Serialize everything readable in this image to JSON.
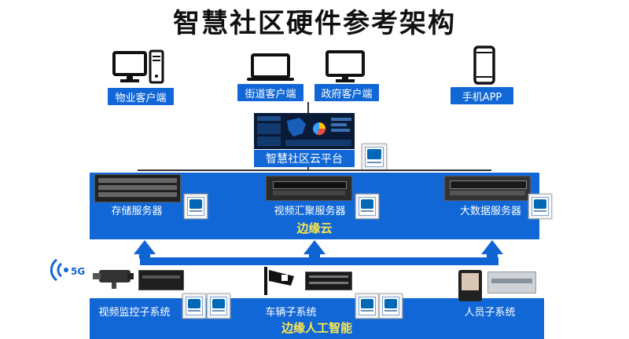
{
  "title": "智慧社区硬件参考架构",
  "clients": {
    "property": "物业客户端",
    "street": "街道客户端",
    "government": "政府客户端",
    "mobile": "手机APP"
  },
  "cloud_platform": "智慧社区云平台",
  "servers": {
    "storage": "存储服务器",
    "video_aggregation": "视频汇聚服务器",
    "big_data": "大数据服务器"
  },
  "edge_cloud": "边缘云",
  "subsystems": {
    "video_monitoring": "视频监控子系统",
    "vehicle": "车辆子系统",
    "personnel": "人员子系统"
  },
  "edge_ai": "边缘人工智能",
  "network_badge": "5G",
  "colors": {
    "primary_blue": "#1267d6",
    "band_text": "#ffe94a",
    "arrow": "#0e64d2"
  },
  "icons": [
    "desktop-computer-icon",
    "laptop-icon",
    "monitor-icon",
    "smartphone-icon",
    "wireless-5g-icon",
    "cctv-camera-icon",
    "intel-chip-badge"
  ]
}
